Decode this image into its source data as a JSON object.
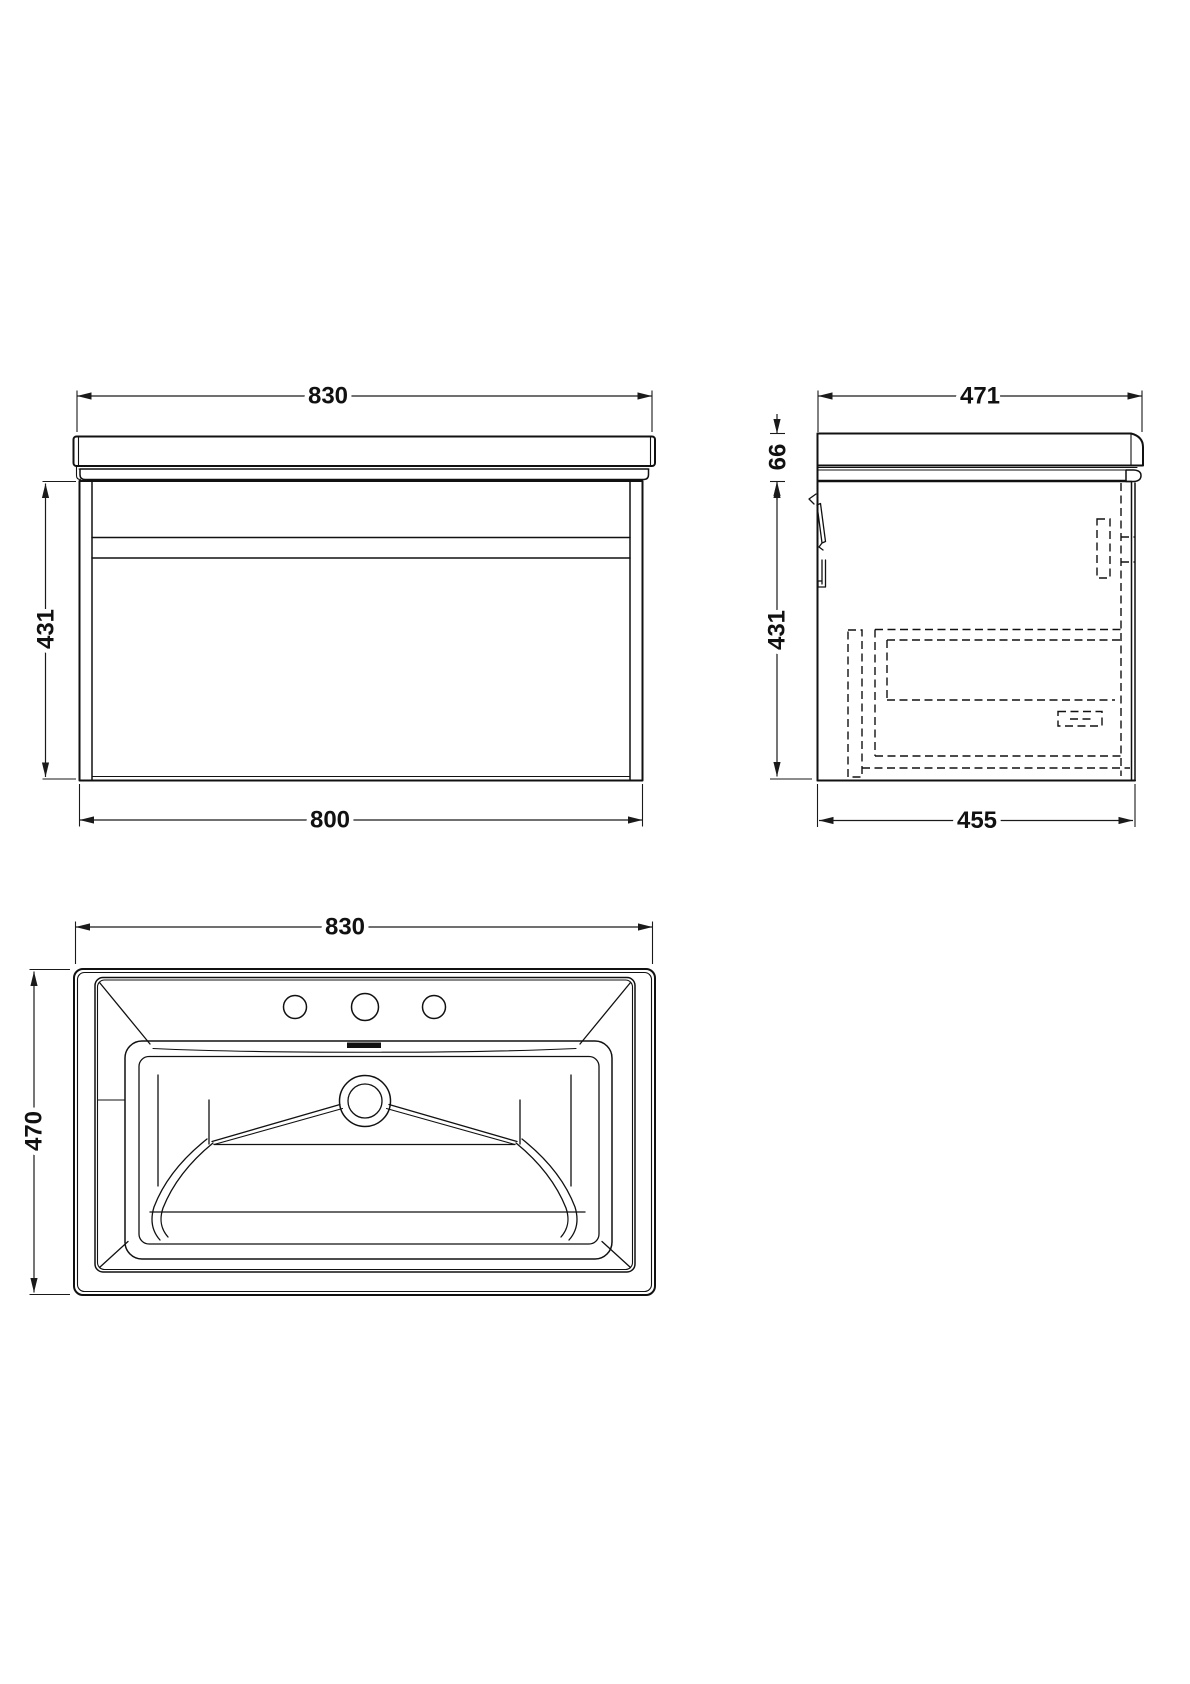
{
  "drawing": {
    "title": "wall-hung-vanity-unit-with-basin-technical-drawing",
    "colors": {
      "line": "#111111",
      "dimension": "#1a1a1a",
      "background": "#ffffff"
    },
    "views": {
      "front": {
        "label": "front-view",
        "width_top": "830",
        "height_left": "431",
        "width_bottom": "800"
      },
      "side": {
        "label": "side-view",
        "depth_top": "471",
        "basin_top_height": "66",
        "cabinet_height": "431",
        "depth_bottom": "455"
      },
      "plan": {
        "label": "basin-plan-view",
        "width_top": "830",
        "depth_left": "470"
      }
    }
  }
}
